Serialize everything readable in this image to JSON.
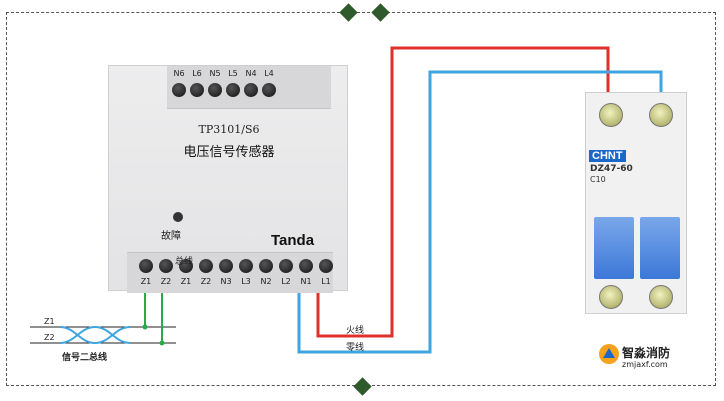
{
  "module": {
    "top_terminals": [
      "N6",
      "L6",
      "N5",
      "L5",
      "N4",
      "L4"
    ],
    "model": "TP3101/S6",
    "name": "电压信号传感器",
    "fault_label": "故障",
    "brand": "Tanda",
    "bus_label": "总线",
    "bottom_terminals": [
      "Z1",
      "Z2",
      "Z1",
      "Z2",
      "N3",
      "L3",
      "N2",
      "L2",
      "N1",
      "L1"
    ]
  },
  "breaker": {
    "brand": "CHNT",
    "model": "DZ47-60",
    "rating": "C10"
  },
  "wires": {
    "live_label": "火线",
    "neutral_label": "零线",
    "live_color": "#e0302c",
    "neutral_color": "#3fa5e0",
    "bus_color": "#2aa84a"
  },
  "bus": {
    "z1_label": "Z1",
    "z2_label": "Z2",
    "caption": "信号二总线"
  },
  "logo": {
    "name": "智淼消防",
    "url": "zmjaxf.com"
  }
}
